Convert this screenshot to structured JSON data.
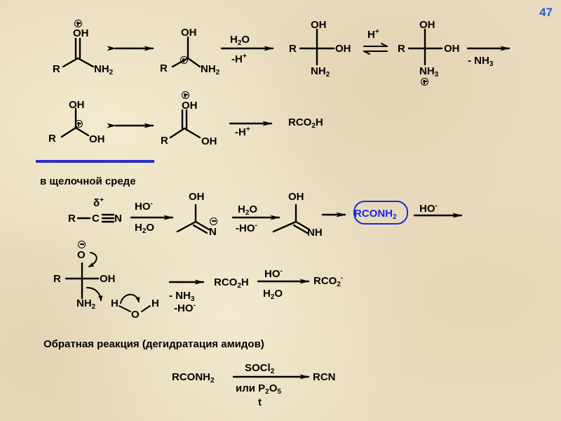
{
  "slide": {
    "page_number": "47",
    "accent_color": "#1a5fd8",
    "highlight_color": "#1a2ad8"
  },
  "acid_hydrolysis": {
    "row1": {
      "s1": {
        "top": "OH",
        "left": "R",
        "right": "NH2",
        "charge": "plus-on-O"
      },
      "resonance_arrow": "resonance-double-arrow",
      "s2": {
        "top": "OH",
        "left": "R",
        "right": "NH2",
        "charge": "plus-on-C"
      },
      "arrow1_above": "H2O",
      "arrow1_below": "-H+",
      "s3": {
        "top": "OH",
        "left": "R",
        "right": "OH",
        "bottom": "NH2"
      },
      "equilibrium_above": "H+",
      "s4": {
        "top": "OH",
        "left": "R",
        "right": "OH",
        "bottom": "NH3",
        "charge": "plus-on-N"
      },
      "arrow2_below": "- NH3"
    },
    "row2": {
      "s1": {
        "top": "OH",
        "left": "R",
        "right": "OH",
        "charge": "plus-on-C"
      },
      "resonance_arrow": "resonance-double-arrow",
      "s2": {
        "top": "OH",
        "left": "R",
        "right": "OH",
        "charge": "plus-on-O"
      },
      "arrow_below": "-H+",
      "product": "RCO2H"
    }
  },
  "basic_hydrolysis": {
    "heading": "в щелочной среде",
    "row1": {
      "nitrile": {
        "R": "R",
        "C": "C",
        "N": "N",
        "delta": "δ+"
      },
      "arrow1_above": "HO-",
      "arrow1_below": "H2O",
      "intermediate1": {
        "top": "OH",
        "N": "N",
        "charge": "minus-on-N"
      },
      "arrow2_above": "H2O",
      "arrow2_below": "-HO-",
      "intermediate2": {
        "top": "OH",
        "bottom": "NH"
      },
      "amide": "RCONH2",
      "arrow3_above": "HO-"
    },
    "row2": {
      "tetrahedral": {
        "top": "O",
        "left": "R",
        "right": "OH",
        "bottom": "NH2",
        "charge": "minus-on-O"
      },
      "water": {
        "H1": "H",
        "O": "O",
        "H2": "H"
      },
      "arrow1_below_1": "- NH3",
      "arrow1_below_2": "-HO-",
      "acid": "RCO2H",
      "arrow2_above": "HO-",
      "arrow2_below": "H2O",
      "carboxylate": "RCO2-"
    }
  },
  "reverse_reaction": {
    "heading": "Обратная реакция (дегидратация амидов)",
    "reactant": "RCONH2",
    "reagent_above": "SOCl2",
    "reagent_below": "или P2O5",
    "condition": "t",
    "product": "RCN"
  }
}
